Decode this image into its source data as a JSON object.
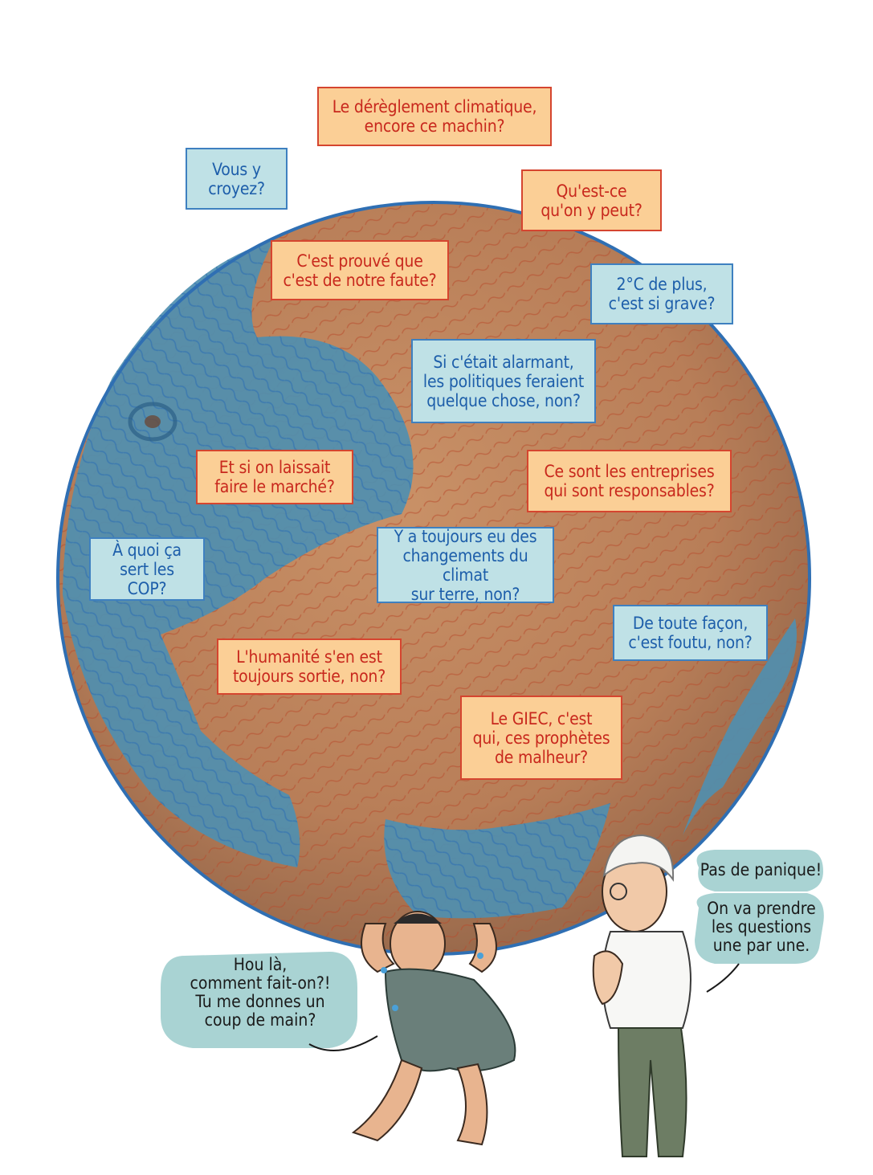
{
  "questions": {
    "q1": {
      "text": "Le dérèglement climatique,\nencore ce machin?",
      "color": "#c8281d"
    },
    "q2": {
      "text": "Vous y\ncroyez?",
      "color": "#1d5eaa"
    },
    "q3": {
      "text": "Qu'est-ce\nqu'on y peut?",
      "color": "#c8281d"
    },
    "q4": {
      "text": "C'est prouvé que\nc'est de notre faute?",
      "color": "#c8281d"
    },
    "q5": {
      "text": "2°C de plus,\nc'est si grave?",
      "color": "#1d5eaa"
    },
    "q6": {
      "text": "Si c'était alarmant,\nles politiques feraient\nquelque chose, non?",
      "color": "#1d5eaa"
    },
    "q7": {
      "text": "Et si on laissait\nfaire le marché?",
      "color": "#c8281d"
    },
    "q8": {
      "text": "Ce sont les entreprises\nqui sont responsables?",
      "color": "#c8281d"
    },
    "q9": {
      "text": "À quoi ça\nsert les COP?",
      "color": "#1d5eaa"
    },
    "q10": {
      "text": "Y a toujours eu des\nchangements du climat\nsur terre, non?",
      "color": "#1d5eaa"
    },
    "q11": {
      "text": "De toute façon,\nc'est foutu, non?",
      "color": "#1d5eaa"
    },
    "q12": {
      "text": "L'humanité s'en est\ntoujours sortie, non?",
      "color": "#c8281d"
    },
    "q13": {
      "text": "Le GIEC, c'est\nqui, ces prophètes\nde malheur?",
      "color": "#c8281d"
    }
  },
  "dialogue": {
    "atlas": "Hou là,\ncomment fait-on?!\nTu me donnes un\ncoup de main?",
    "scientist_1": "Pas de panique!",
    "scientist_2": "On va prendre\nles questions\nune par une."
  },
  "colors": {
    "orange_box": "#fbcf96",
    "blue_box": "#bfe1e6",
    "globe_land": "#c9885e",
    "globe_ocean": "#4f8fb0",
    "bubble": "#a9d3d3"
  }
}
